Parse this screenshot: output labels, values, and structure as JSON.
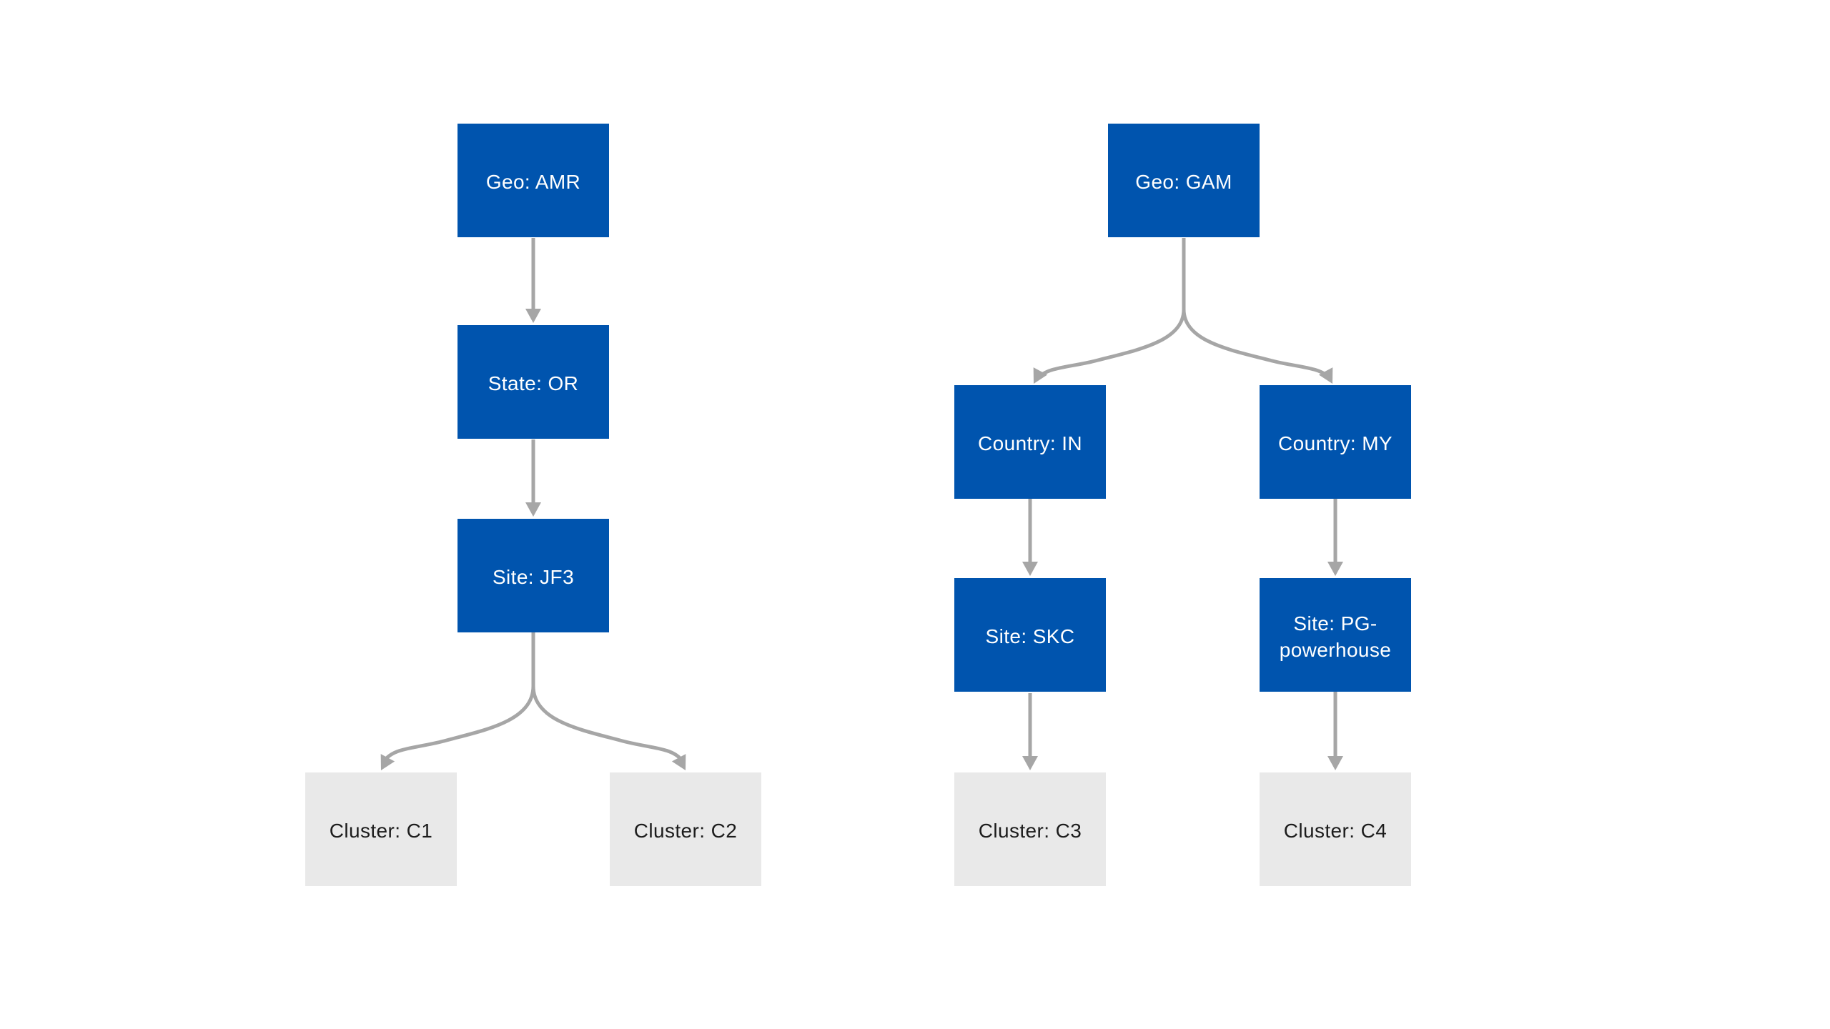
{
  "diagram": {
    "type": "hierarchy-tree",
    "background_color": "#ffffff",
    "colors": {
      "branch_node_fill": "#0054ae",
      "branch_node_text": "#ffffff",
      "leaf_node_fill": "#e9e9e9",
      "leaf_node_text": "#1c1c1c",
      "arrow": "#a6a6a6"
    },
    "nodes": {
      "geo_amr": {
        "label": "Geo: AMR",
        "kind": "geo"
      },
      "state_or": {
        "label": "State: OR",
        "kind": "state"
      },
      "site_jf3": {
        "label": "Site: JF3",
        "kind": "site"
      },
      "cluster_c1": {
        "label": "Cluster: C1",
        "kind": "cluster"
      },
      "cluster_c2": {
        "label": "Cluster: C2",
        "kind": "cluster"
      },
      "geo_gam": {
        "label": "Geo: GAM",
        "kind": "geo"
      },
      "country_in": {
        "label": "Country: IN",
        "kind": "country"
      },
      "country_my": {
        "label": "Country: MY",
        "kind": "country"
      },
      "site_skc": {
        "label": "Site: SKC",
        "kind": "site"
      },
      "site_pg_powerhouse": {
        "label": "Site: PG-powerhouse",
        "kind": "site"
      },
      "cluster_c3": {
        "label": "Cluster: C3",
        "kind": "cluster"
      },
      "cluster_c4": {
        "label": "Cluster: C4",
        "kind": "cluster"
      }
    },
    "edges": [
      {
        "from": "geo_amr",
        "to": "state_or"
      },
      {
        "from": "state_or",
        "to": "site_jf3"
      },
      {
        "from": "site_jf3",
        "to": "cluster_c1"
      },
      {
        "from": "site_jf3",
        "to": "cluster_c2"
      },
      {
        "from": "geo_gam",
        "to": "country_in"
      },
      {
        "from": "geo_gam",
        "to": "country_my"
      },
      {
        "from": "country_in",
        "to": "site_skc"
      },
      {
        "from": "country_my",
        "to": "site_pg_powerhouse"
      },
      {
        "from": "site_skc",
        "to": "cluster_c3"
      },
      {
        "from": "site_pg_powerhouse",
        "to": "cluster_c4"
      }
    ]
  }
}
